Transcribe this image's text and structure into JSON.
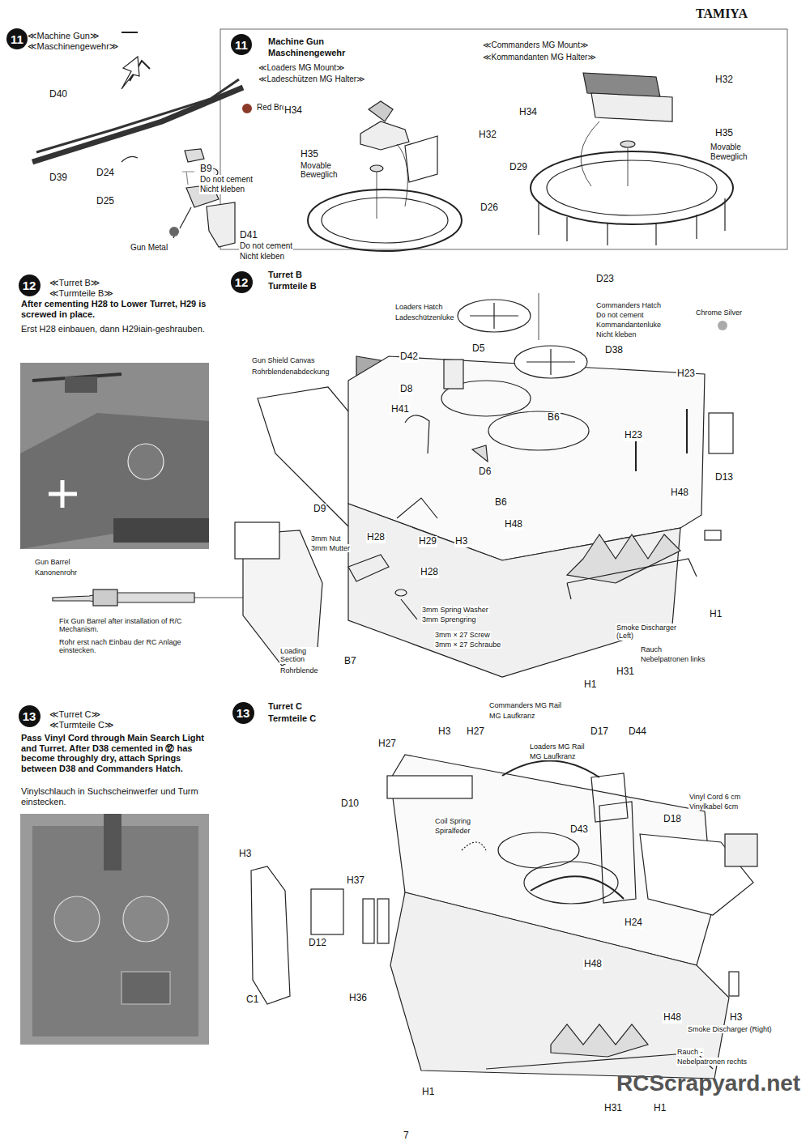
{
  "diagram": {
    "nodes": [
      {
        "text": [
          "11"
        ]
      },
      {
        "text": [
          "11"
        ]
      },
      {
        "text": [
          "12"
        ]
      },
      {
        "text": [
          "12"
        ]
      },
      {
        "text": [
          "13"
        ]
      },
      {
        "text": [
          "13"
        ]
      }
    ],
    "labels": [
      "≪Machine Gun≫",
      "≪Maschinengewehr≫",
      "D40",
      "D39",
      "D24",
      "B9",
      "Do not cement",
      "Nicht kleben",
      "D25",
      "Red Brown",
      "Gun Metal",
      "D41",
      "Do not cement",
      "Nicht kleben",
      "Machine Gun",
      "Maschinengewehr",
      "≪Loaders MG Mount≫",
      "≪Ladeschützen MG Halter≫",
      "H34",
      "H32",
      "H35",
      "Movable",
      "Beweglich",
      "D26",
      "≪Commanders MG Mount≫",
      "≪Kommandanten MG Halter≫",
      "H32",
      "H34",
      "H35",
      "Movable",
      "Beweglich",
      "D29",
      "≪Turret B≫",
      "≪Turmteile B≫",
      "After cementing H28 to Lower Turret, H29 is screwed in place.",
      "Erst H28 einbauen, dann H29iain-geshrauben.",
      "Gun Barrel",
      "Kanonenrohr",
      "Fix Gun Barrel after installation of R/C Mechanism.",
      "Rohr erst nach Einbau der RC Anlage einstecken.",
      "Turret B",
      "Turmteile B",
      "D23",
      "Loaders Hatch",
      "Ladeschützenluke",
      "Commanders Hatch",
      "Do not cement",
      "Kommandantenluke",
      "Nicht kleben",
      "Chrome Silver",
      "D38",
      "Gun Shield Canvas",
      "Rohrblendenabdeckung",
      "D42",
      "D5",
      "D8",
      "H41",
      "B6",
      "H23",
      "H23",
      "D6",
      "D13",
      "B6",
      "H48",
      "H48",
      "D9",
      "3mm Nut",
      "3mm Mutter",
      "H28",
      "H29",
      "H3",
      "H28",
      "3mm Spring Washer",
      "3mm Sprengring",
      "3mm × 27 Screw",
      "3mm × 27 Schraube",
      "H1",
      "Loading Section",
      "Rohrblende",
      "B7",
      "Smoke Discharger (Left)",
      "Rauch",
      "Nebelpatronen links",
      "H31",
      "H1",
      "≪Turret C≫",
      "≪Turmteile C≫",
      "Pass Vinyl Cord through Main Search Light and Turret. After D38 cemented in ⑫ has become throughly dry, attach Springs between D38 and Commanders Hatch.",
      "Vinylschlauch in Suchscheinwerfer und Turm einstecken.",
      "Turret C",
      "Termteile C",
      "Commanders MG Rail",
      "MG Laufkranz",
      "H3",
      "H27",
      "H27",
      "D17",
      "D44",
      "Loaders MG Rail",
      "MG Laufkranz",
      "D10",
      "Vinyl Cord 6 cm",
      "Vinylkabel 6cm",
      "D18",
      "D43",
      "Coil Spring",
      "Spiralfeder",
      "H3",
      "H37",
      "D12",
      "H24",
      "H48",
      "C1",
      "H36",
      "H48",
      "H3",
      "Smoke Discharger (Right)",
      "Rauch -",
      "Nebelpatronen rechts",
      "H1",
      "H31",
      "H1",
      "7",
      "TAMIYA",
      "RCScrapyard.net"
    ]
  }
}
